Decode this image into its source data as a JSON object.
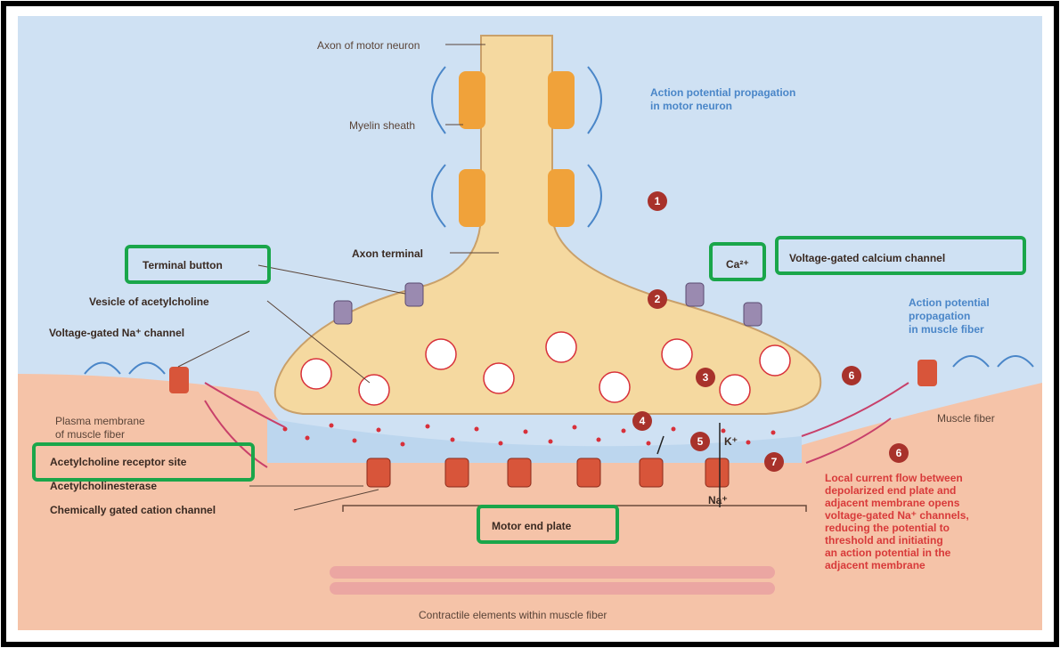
{
  "labels": {
    "axon": "Axon of motor neuron",
    "myelin": "Myelin sheath",
    "ap_neuron_1": "Action potential propagation",
    "ap_neuron_2": "in motor neuron",
    "axon_terminal": "Axon terminal",
    "terminal_button": "Terminal button",
    "ca": "Ca²⁺",
    "vg_calcium": "Voltage-gated calcium channel",
    "vesicle": "Vesicle of acetylcholine",
    "vg_na": "Voltage-gated Na⁺ channel",
    "ap_muscle_1": "Action potential",
    "ap_muscle_2": "propagation",
    "ap_muscle_3": "in muscle fiber",
    "plasma_1": "Plasma membrane",
    "plasma_2": "of muscle fiber",
    "muscle_fiber": "Muscle fiber",
    "ach_receptor": "Acetylcholine receptor site",
    "ache": "Acetylcholinesterase",
    "chem_gated": "Chemically gated cation channel",
    "end_plate": "Motor end plate",
    "k": "K⁺",
    "na": "Na⁺",
    "contractile": "Contractile elements within muscle fiber"
  },
  "local_current": [
    "Local current flow between",
    "depolarized end plate and",
    "adjacent membrane opens",
    "voltage-gated Na⁺ channels,",
    "reducing the potential to",
    "threshold and initiating",
    "an action potential in the",
    "adjacent membrane"
  ],
  "steps": [
    "1",
    "2",
    "3",
    "4",
    "5",
    "6",
    "6",
    "7"
  ],
  "colors": {
    "highlight": "#1aa64a",
    "step_marker": "#a8322b",
    "neuron": "#f5d9a0",
    "myelin": "#f0a23a",
    "muscle": "#f5c3a8",
    "extracellular": "#bcd6ee",
    "acetylcholine": "#d8303a",
    "blue_text": "#4a86c8",
    "red_text": "#d83a3a"
  }
}
